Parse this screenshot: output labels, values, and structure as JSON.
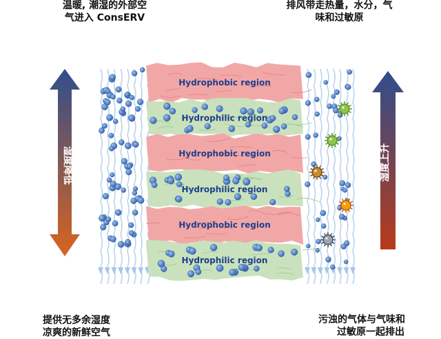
{
  "captions": {
    "top_left_line1": "温暖, 潮湿的外部空",
    "top_left_line2": "气进入 ConsERV",
    "top_right_line1": "排风带走热量，水分，气",
    "top_right_line2": "味和过敏原",
    "bottom_left_line1": "提供无多余湿度",
    "bottom_left_line2": "凉爽的新鲜空气",
    "bottom_right_line1": "污浊的气体与气味和",
    "bottom_right_line2": "过敏原一起排出"
  },
  "arrows": {
    "left_label": "湿度降低",
    "right_label": "湿度上升",
    "left_colors": {
      "top": "#2f4e8c",
      "bottom": "#d9641f"
    },
    "right_colors": {
      "top": "#2f4e8c",
      "bottom": "#b83a1a"
    }
  },
  "membrane": {
    "layers": [
      {
        "label": "Hydrophobic region",
        "type": "hydrophobic"
      },
      {
        "label": "Hydrophilic region",
        "type": "hydrophilic"
      },
      {
        "label": "Hydrophobic region",
        "type": "hydrophobic"
      },
      {
        "label": "Hydrophilic region",
        "type": "hydrophilic"
      },
      {
        "label": "Hydrophobic region",
        "type": "hydrophobic"
      },
      {
        "label": "Hydrophilic region",
        "type": "hydrophilic"
      }
    ],
    "colors": {
      "hydrophobic": "#f2a7a7",
      "hydrophilic": "#c9e2bd",
      "label_text": "#1f3f8a",
      "water_molecule": "#3a6fbf",
      "airflow_stroke": "#b9d3ef"
    }
  },
  "particles": [
    {
      "icon": "green-microbe-icon"
    },
    {
      "icon": "green-microbe-icon"
    },
    {
      "icon": "brown-mite-icon"
    },
    {
      "icon": "orange-mite-icon"
    },
    {
      "icon": "gray-microbe-icon"
    }
  ]
}
